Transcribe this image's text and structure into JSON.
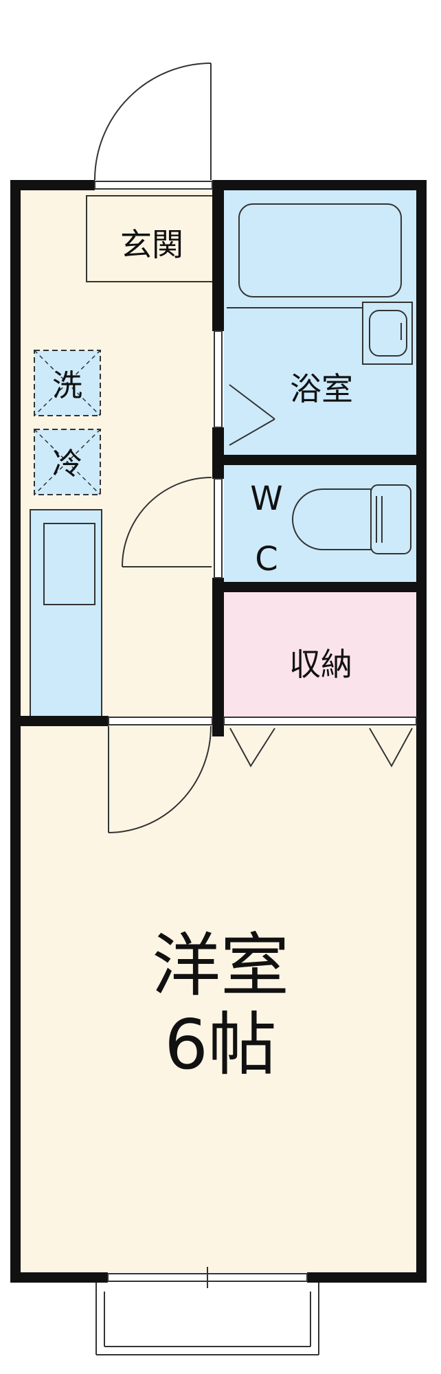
{
  "rooms": {
    "entrance": "玄関",
    "washer": "洗",
    "fridge": "冷",
    "bath": "浴室",
    "wc_w": "W",
    "wc_c": "C",
    "closet": "収納",
    "western_room": "洋室",
    "western_size": "6帖"
  },
  "colors": {
    "wall": "#111111",
    "floor_beige": "#fdf5e4",
    "wet_blue": "#cdeafa",
    "closet_pink": "#fbe3ec",
    "line": "#333333"
  }
}
